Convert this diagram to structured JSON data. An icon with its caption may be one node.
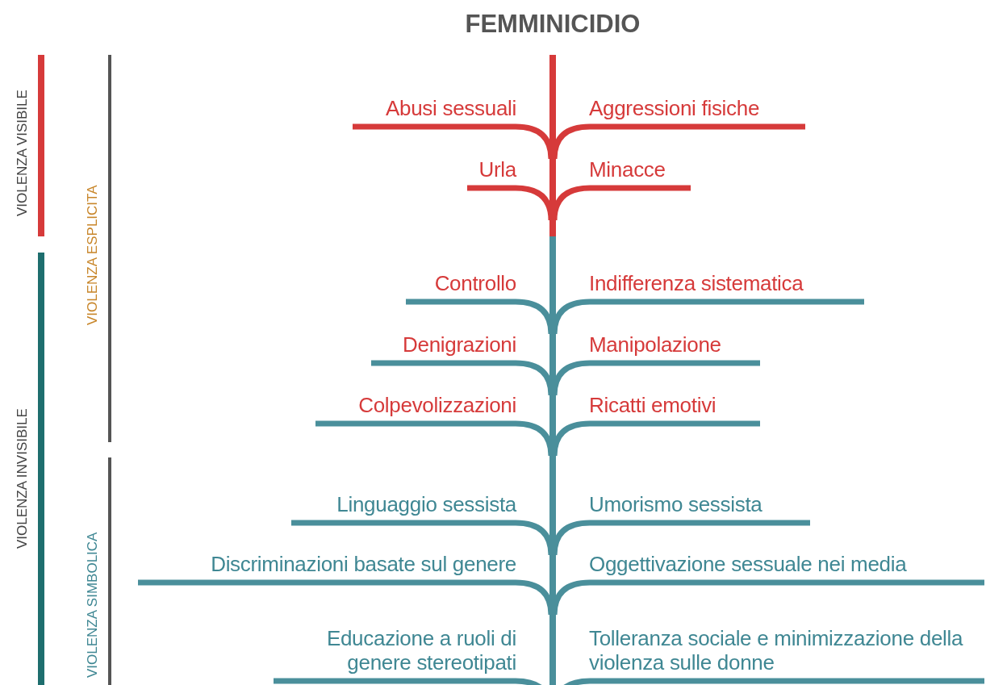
{
  "diagram": {
    "title": "FEMMINICIDIO",
    "nodes": [
      {
        "text": [],
        "shape": "bar"
      },
      {
        "text": [
          "Abusi sessuali"
        ]
      },
      {
        "text": [
          "Aggressioni fisiche"
        ]
      },
      {
        "text": [
          "Urla"
        ]
      },
      {
        "text": [
          "Minacce"
        ]
      },
      {
        "text": [
          "Controllo"
        ]
      },
      {
        "text": [
          "Indifferenza sistematica"
        ]
      },
      {
        "text": [
          "Denigrazioni"
        ]
      },
      {
        "text": [
          "Manipolazione"
        ]
      },
      {
        "text": [
          "Colpevolizzazioni"
        ]
      },
      {
        "text": [
          "Ricatti emotivi"
        ]
      },
      {
        "text": [
          "Linguaggio sessista"
        ]
      },
      {
        "text": [
          "Umorismo sessista"
        ]
      },
      {
        "text": [
          "Discriminazioni basate sul genere"
        ]
      },
      {
        "text": [
          "Oggettivazione sessuale nei media"
        ]
      },
      {
        "text": [
          "Educazione a ruoli di genere stereotipati"
        ]
      },
      {
        "text": [
          "Tolleranza sociale e minimizzazione della violenza sulle donne"
        ]
      }
    ],
    "edges": [
      {
        "from": 1,
        "to": 0,
        "arrow": "none",
        "color": "#d63a3a"
      },
      {
        "from": 2,
        "to": 0,
        "arrow": "none",
        "color": "#d63a3a"
      },
      {
        "from": 3,
        "to": 0,
        "arrow": "none",
        "color": "#d63a3a"
      },
      {
        "from": 4,
        "to": 0,
        "arrow": "none",
        "color": "#d63a3a"
      },
      {
        "from": 5,
        "to": 0,
        "arrow": "none"
      },
      {
        "from": 6,
        "to": 0,
        "arrow": "none"
      },
      {
        "from": 7,
        "to": 0,
        "arrow": "none"
      },
      {
        "from": 8,
        "to": 0,
        "arrow": "none"
      },
      {
        "from": 9,
        "to": 0,
        "arrow": "none"
      },
      {
        "from": 10,
        "to": 0,
        "arrow": "none"
      },
      {
        "from": 11,
        "to": 0,
        "arrow": "none"
      },
      {
        "from": 12,
        "to": 0,
        "arrow": "none"
      },
      {
        "from": 13,
        "to": 0,
        "arrow": "none"
      },
      {
        "from": 14,
        "to": 0,
        "arrow": "none"
      },
      {
        "from": 15,
        "to": 0,
        "arrow": "none"
      },
      {
        "from": 16,
        "to": 0,
        "arrow": "none"
      }
    ],
    "labels": [
      "VIOLENZA VISIBILE",
      "VIOLENZA INVISIBILE",
      "VIOLENZA ESPLICITA",
      "VIOLENZA SIMBOLICA"
    ]
  }
}
